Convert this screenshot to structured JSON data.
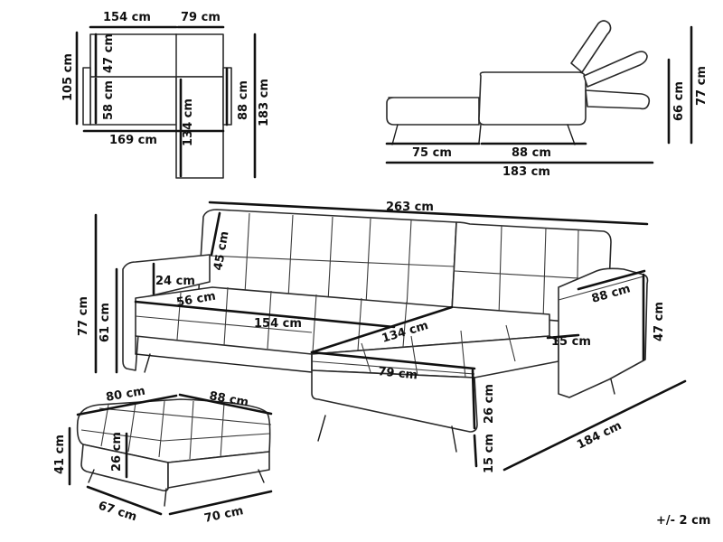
{
  "top_view": {
    "top_left_width": "154 cm",
    "top_right_width": "79 cm",
    "overall_depth": "105 cm",
    "back_height": "47 cm",
    "seat_depth": "58 cm",
    "bottom_width": "169 cm",
    "chaise_length": "134 cm",
    "chaise_width": "88 cm",
    "total_length": "183 cm"
  },
  "side_view": {
    "left_seg": "75 cm",
    "right_seg": "88 cm",
    "total": "183 cm",
    "height_a": "66 cm",
    "height_b": "77 cm"
  },
  "main_view": {
    "total_width": "263 cm",
    "back_height": "45 cm",
    "arm_height_inner": "24 cm",
    "seat_depth": "56 cm",
    "seat_width": "154 cm",
    "chaise_length": "134 cm",
    "chaise_width": "79 cm",
    "total_height": "77 cm",
    "seat_height": "61 cm",
    "arm_depth": "88 cm",
    "arm_width": "15 cm",
    "arm_height": "47 cm",
    "cushion_height": "26 cm",
    "leg_height": "15 cm",
    "depth_total": "184 cm"
  },
  "ottoman": {
    "width_a": "80 cm",
    "width_b": "88 cm",
    "height": "41 cm",
    "cushion": "26 cm",
    "depth": "67 cm",
    "length": "70 cm"
  },
  "tolerance": "+/- 2 cm"
}
